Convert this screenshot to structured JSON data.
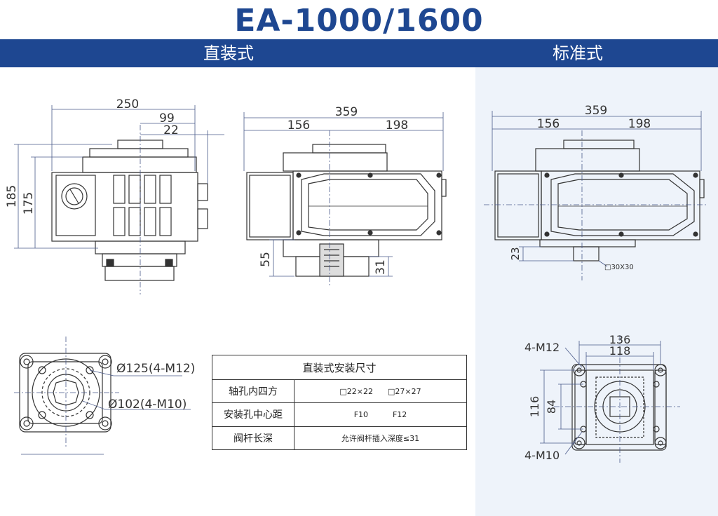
{
  "header": {
    "title": "EA-1000/1600",
    "left_label": "直装式",
    "right_label": "标准式"
  },
  "colors": {
    "brand_blue": "#1e4791",
    "panel_bg": "#eef3fa",
    "line": "#333333",
    "dim": "#4a5a8a"
  },
  "side_view": {
    "dims": {
      "width": "250",
      "offset_a": "99",
      "offset_b": "22",
      "height": "185",
      "height_inner": "175"
    }
  },
  "front_direct": {
    "dims": {
      "length": "359",
      "left": "156",
      "right": "198",
      "h1": "55",
      "h2": "31"
    }
  },
  "front_standard": {
    "dims": {
      "length": "359",
      "left": "156",
      "right": "198",
      "h1": "23",
      "square": "□30X30"
    }
  },
  "flange_direct": {
    "labels": {
      "pcd_a": "Ø125(4-M12)",
      "pcd_b": "Ø102(4-M10)"
    }
  },
  "flange_standard": {
    "labels": {
      "w1": "136",
      "w2": "118",
      "h1": "116",
      "h2": "84",
      "bolt_a": "4-M12",
      "bolt_b": "4-M10"
    }
  },
  "table": {
    "title": "直装式安装尺寸",
    "rows": [
      {
        "label": "轴孔内四方",
        "value": "□22×22      □27×27"
      },
      {
        "label": "安装孔中心距",
        "value": "F10          F12"
      },
      {
        "label": "阀杆长深",
        "value": "允许阀杆插入深度≤31"
      }
    ]
  }
}
